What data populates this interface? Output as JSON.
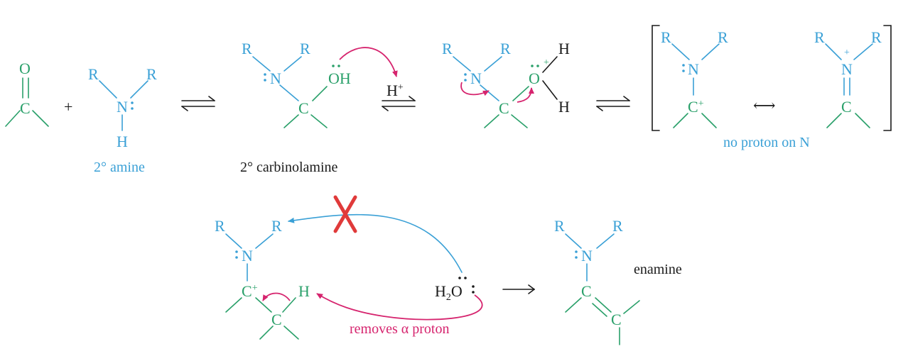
{
  "atoms": {
    "O": "O",
    "C": "C",
    "N": "N",
    "R": "R",
    "H": "H",
    "OH": "OH",
    "C_plus": "C+",
    "H2O_H": "H",
    "H2O_2": "2",
    "H2O_O": "O"
  },
  "symbols": {
    "plus": "+",
    "plus_charge": "+",
    "H_plus": "H+",
    "resonance": "⟷",
    "forward_arrow": "⟶"
  },
  "labels": {
    "secondary_amine": "2° amine",
    "carbinolamine": "2° carbinolamine",
    "no_proton": "no proton on N",
    "removes_alpha": "removes α proton",
    "enamine": "enamine"
  },
  "colors": {
    "amine_blue": "#3aa0d6",
    "carbon_green": "#2aa06a",
    "arrow_red": "#d6246e",
    "text_black": "#1a1a1a"
  },
  "icons": {
    "blocked_path": "red-x-icon"
  }
}
